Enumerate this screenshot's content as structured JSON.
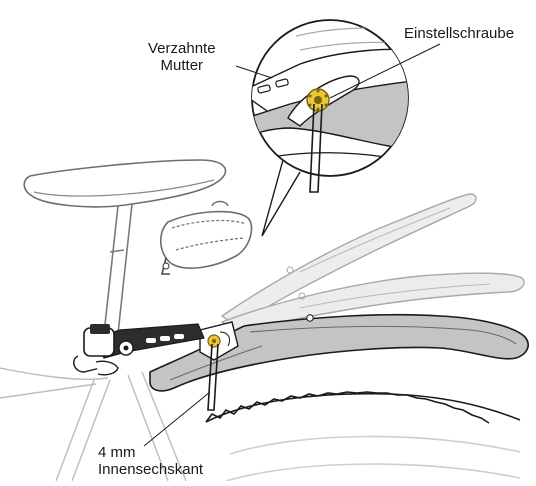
{
  "labels": {
    "toothed_nut": [
      "Verzahnte",
      "Mutter"
    ],
    "adjust_screw": "Einstellschraube",
    "hex_key": [
      "4 mm",
      "Innensechskant"
    ]
  },
  "colors": {
    "outline": "#1a1a1a",
    "ghost_outline": "#a8a8a8",
    "ghost_fill": "#e9e9e9",
    "fender_fill": "#c2c2c2",
    "dark_part": "#2d2d2d",
    "accent_screw": "#e9c63a"
  }
}
